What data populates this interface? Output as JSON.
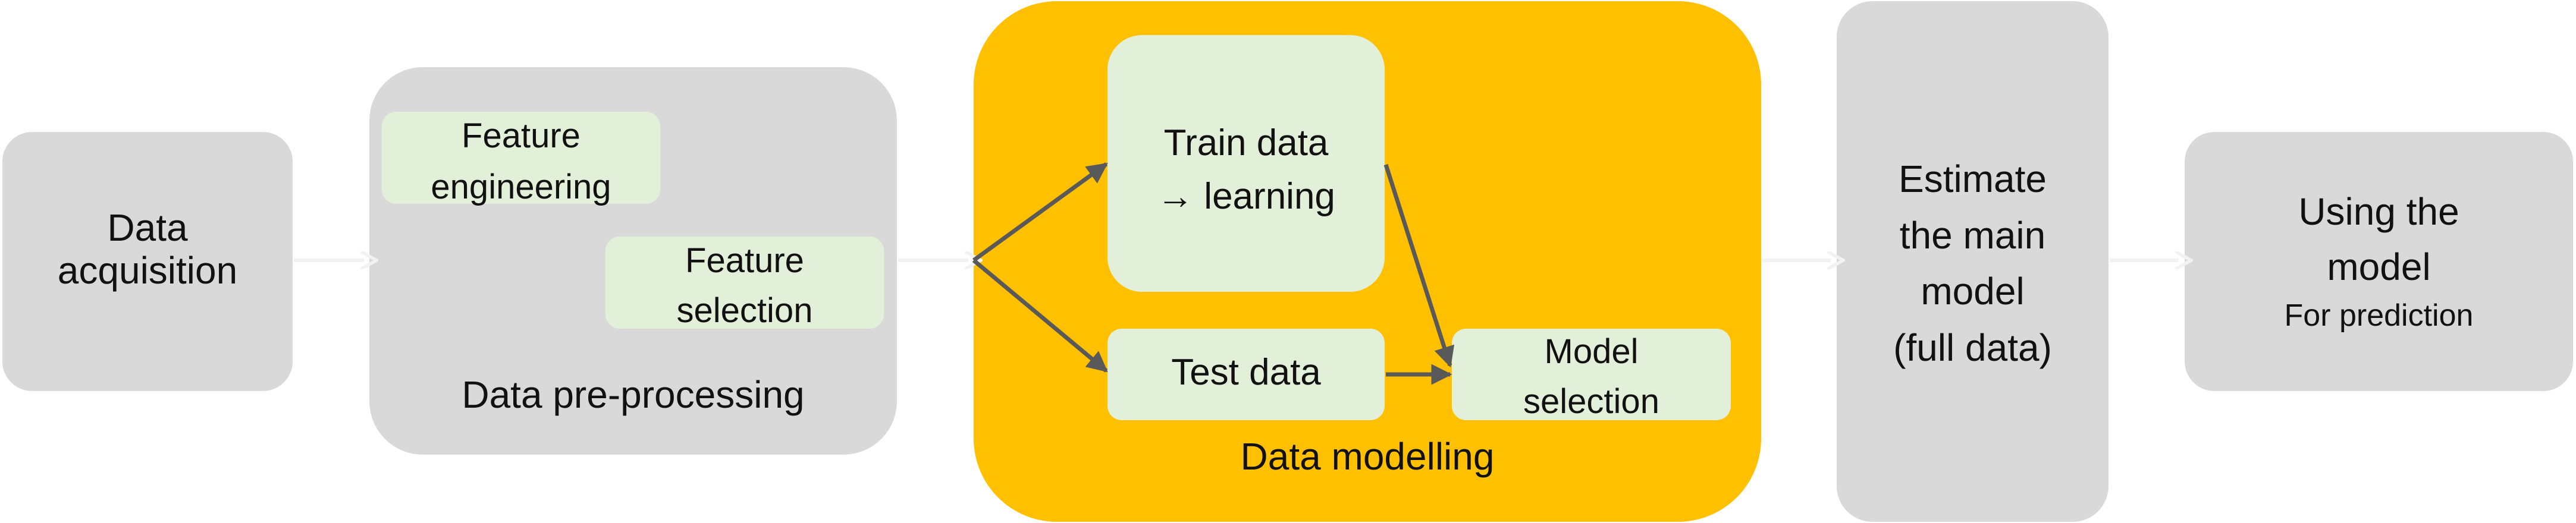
{
  "stages": {
    "acquisition": {
      "line1": "Data",
      "line2": "acquisition"
    },
    "preprocessing": {
      "title": "Data pre-processing",
      "feature_engineering": {
        "line1": "Feature",
        "line2": "engineering"
      },
      "feature_selection": {
        "line1": "Feature",
        "line2": "selection"
      }
    },
    "modelling": {
      "title": "Data modelling",
      "train": {
        "line1": "Train data",
        "line2": "→ learning"
      },
      "test": "Test data",
      "model_selection": {
        "line1": "Model",
        "line2": "selection"
      }
    },
    "estimate": {
      "line1": "Estimate",
      "line2": "the main",
      "line3": "model",
      "line4": "(full data)"
    },
    "using": {
      "line1": "Using the",
      "line2": "model",
      "line3": "For prediction"
    }
  },
  "colors": {
    "stage_box": "#d9d9d9",
    "modelling_box": "#ffc000",
    "inner_box": "#e2efd9",
    "arrow_dark": "#595959",
    "arrow_light": "#f2f2f2"
  }
}
